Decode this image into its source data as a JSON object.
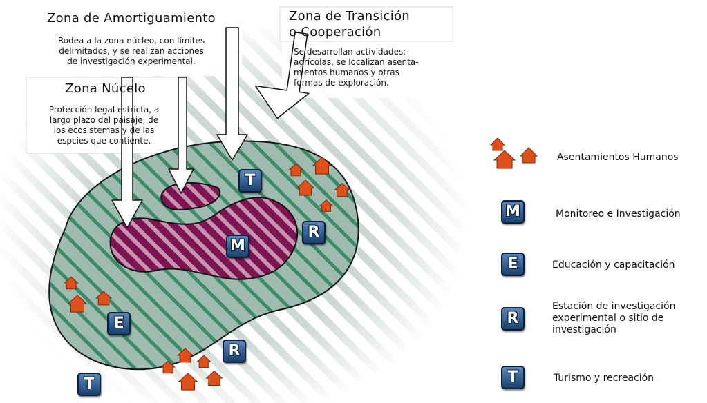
{
  "zones": {
    "buffer": {
      "title": "Zona de Amortiguamiento",
      "lines": [
        "Rodea a la zona núcleo, con límites",
        "delimitados, y se realizan acciones",
        "de investigación experimental."
      ]
    },
    "transition": {
      "title_lines": [
        "Zona de Transición",
        "o Cooperación"
      ],
      "lines": [
        "Se desarrollan actividades:",
        "agrícolas, se localizan asenta-",
        "mientos humanos y otras",
        "formas de exploración."
      ]
    },
    "core": {
      "title": "Zona Núcelo",
      "lines": [
        "Protección legal estricta, a",
        "largo plazo del paisaje, de",
        "los ecosistemas y de las",
        "espcies que contiente."
      ]
    }
  },
  "map_markers": {
    "t_top": "T",
    "m_center": "M",
    "r_right": "R",
    "e_left": "E",
    "r_bottom": "R",
    "t_bottom": "T"
  },
  "legend": [
    {
      "id": "settlements",
      "icon": "house-icon",
      "label": "Asentamientos Humanos"
    },
    {
      "id": "monitoring",
      "icon": "M",
      "label": "Monitoreo e Investigación"
    },
    {
      "id": "education",
      "icon": "E",
      "label": "Educación y capacitación"
    },
    {
      "id": "station",
      "icon": "R",
      "label_lines": [
        "Estación de investigación",
        "experimental o sitio de",
        "investigación"
      ]
    },
    {
      "id": "tourism",
      "icon": "T",
      "label": "Turismo y recreación"
    }
  ],
  "colors": {
    "stripe": "#c8d3cd",
    "buffer_fill": "#94b2a6",
    "buffer_stripe": "#3e8a6a",
    "core_fill": "#7a1550",
    "core_stripe": "#c590ae",
    "house": "#e0501c",
    "badge": "#1f4c80"
  }
}
